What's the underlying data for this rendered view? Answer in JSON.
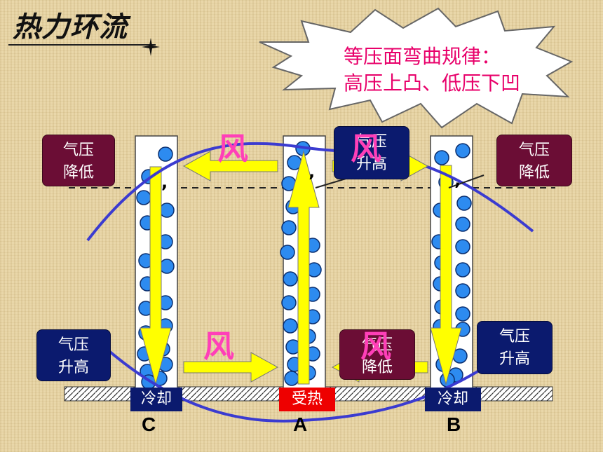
{
  "title": "热力环流",
  "callout": {
    "line1": "等压面弯曲规律：",
    "line2": "高压上凸、低压下凹"
  },
  "boxes": {
    "top_left": "气压\n降低",
    "top_right": "气压\n降低",
    "bottom_left": "气压\n升高",
    "bottom_right": "气压\n升高",
    "top_center_partial": "气压\n升高",
    "bottom_center_partial": "气压\n降低"
  },
  "wind": {
    "top_left": "风",
    "top_right": "风",
    "bottom_left": "风",
    "bottom_center": "风"
  },
  "ground": {
    "left_label": "冷却",
    "center_label": "受热",
    "right_label": "冷却"
  },
  "letters": {
    "left": "C",
    "center": "A",
    "right": "B"
  },
  "colors": {
    "pink_text": "#e8006a",
    "wind_text": "#ff3fb8",
    "arrow_yellow": "#ffff00",
    "bubble_blue": "#2d8bf0",
    "curve_blue": "#3b3bd0",
    "maroon_box": "#6b0d35",
    "navy_box": "#0b1a6e",
    "heat_red": "#e00000"
  }
}
